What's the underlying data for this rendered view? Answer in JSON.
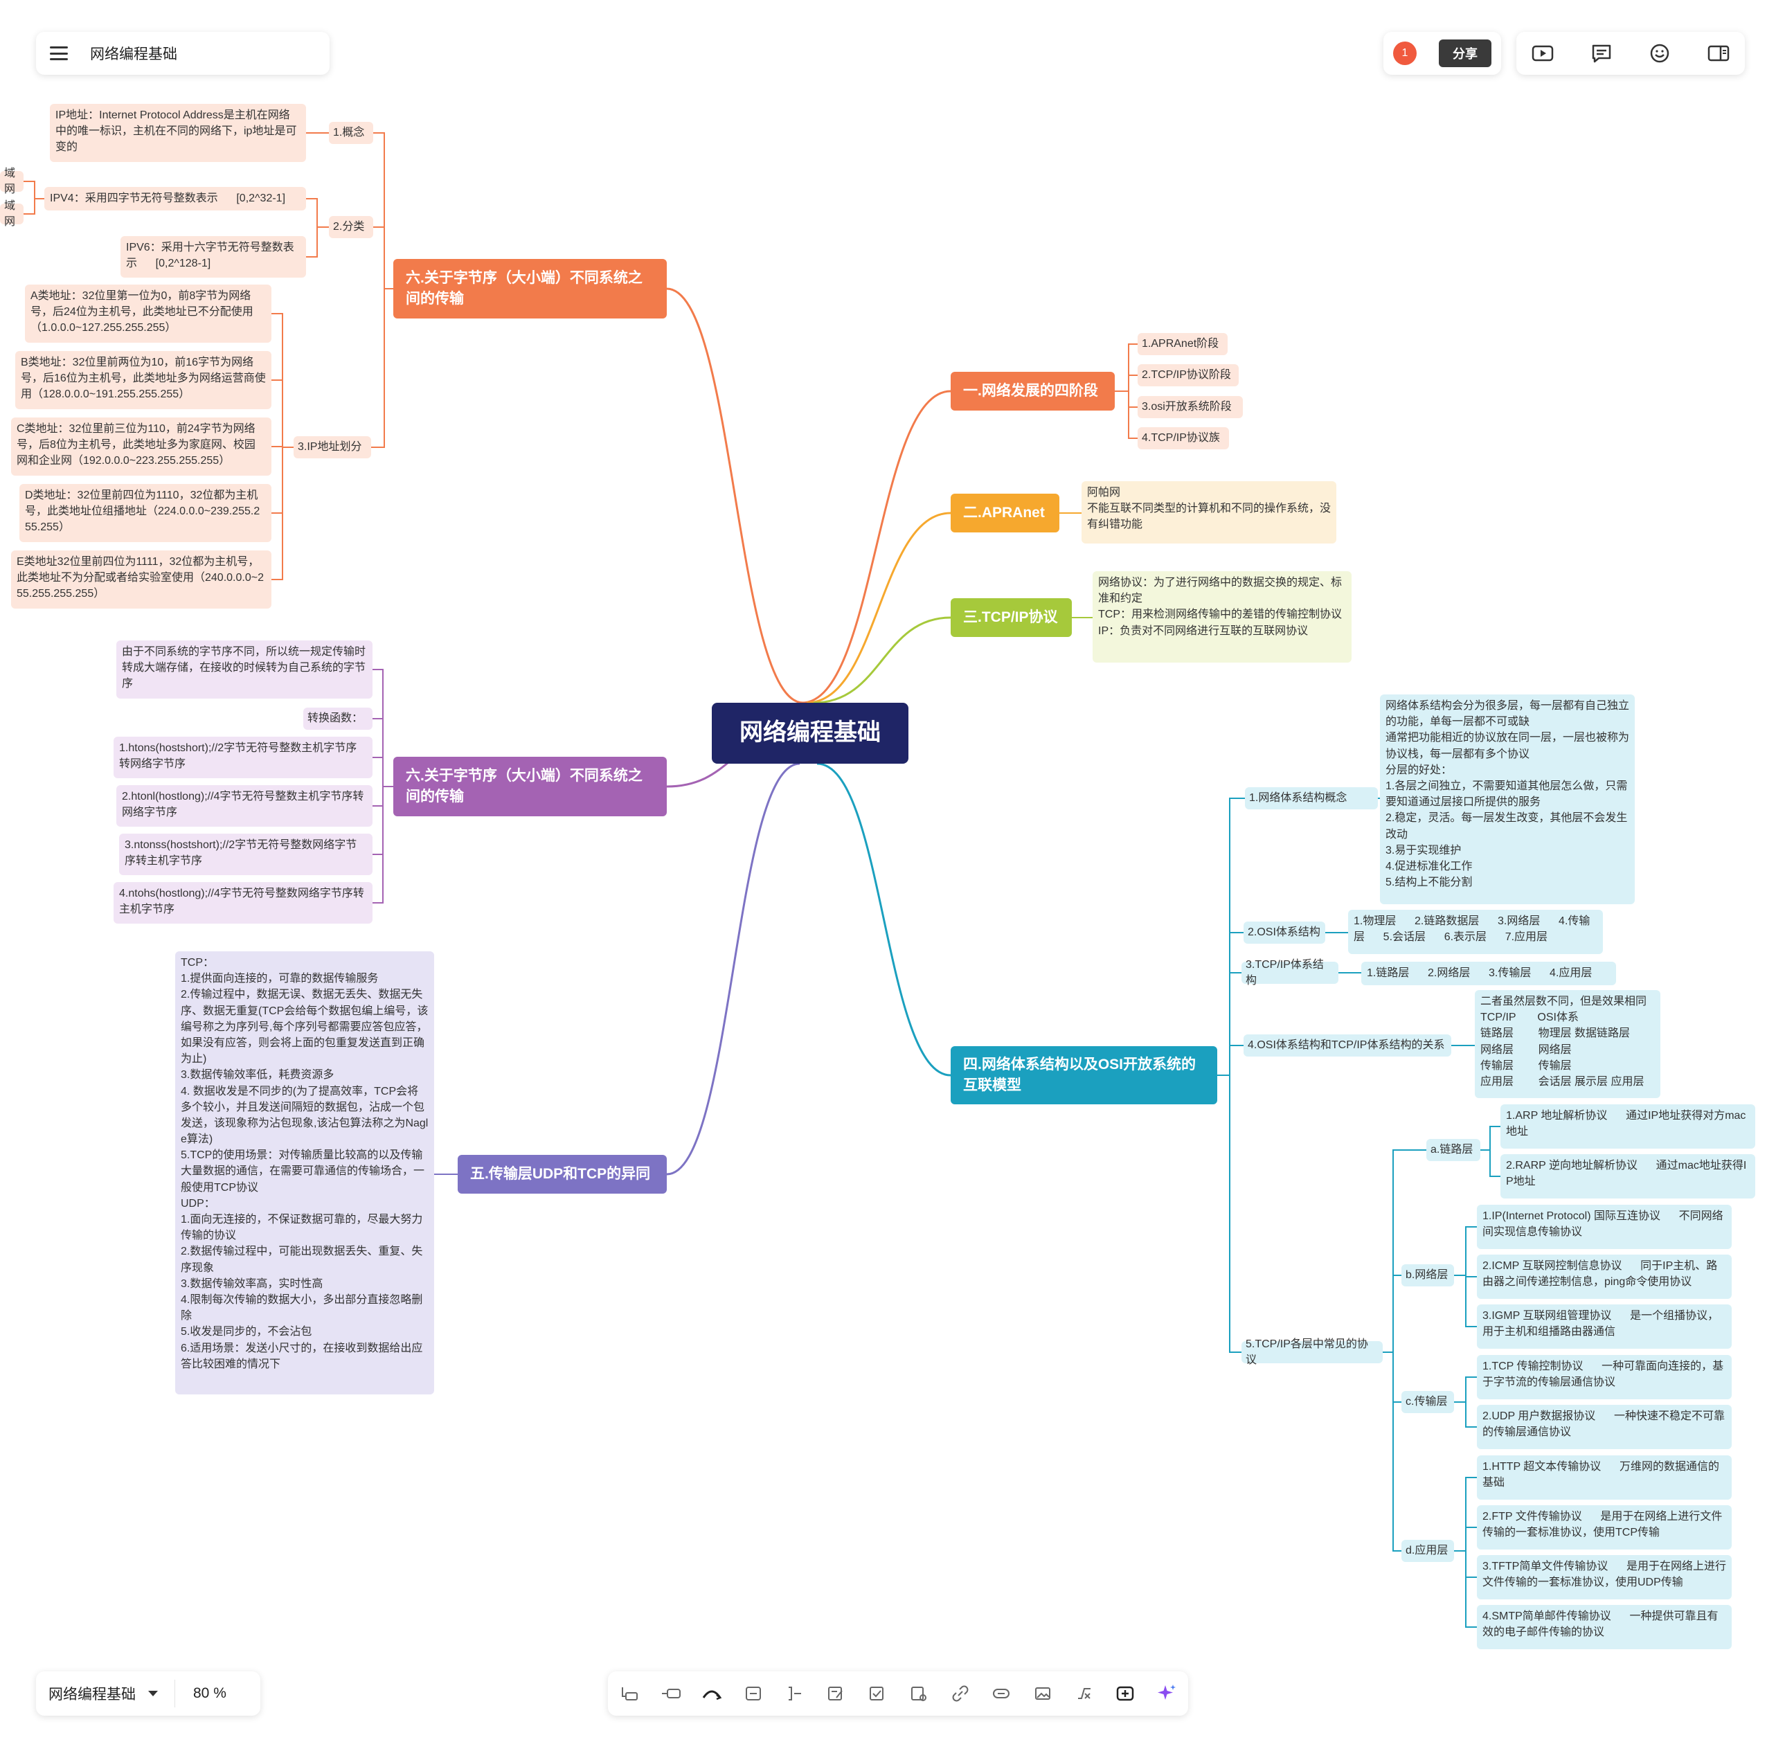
{
  "app": {
    "doc_title": "网络编程基础",
    "share_label": "分享",
    "badge_count": "1",
    "zoom": "80 %",
    "bottom_title": "网络编程基础"
  },
  "colors": {
    "root": "#1f2566",
    "orange": "#f27b4b",
    "amber": "#f6a82e",
    "lime": "#a6c93b",
    "teal": "#1ba0bf",
    "violet": "#7d73c4",
    "purple": "#a463b3"
  },
  "mindmap": {
    "root": "网络编程基础",
    "b1": {
      "title": "一.网络发展的四阶段",
      "items": [
        "1.APRAnet阶段",
        "2.TCP/IP协议阶段",
        "3.osi开放系统阶段",
        "4.TCP/IP协议族"
      ]
    },
    "b2": {
      "title": "二.APRAnet",
      "note": "阿帕网\n不能互联不同类型的计算机和不同的操作系统，没有纠错功能"
    },
    "b3": {
      "title": "三.TCP/IP协议",
      "note": "网络协议：为了进行网络中的数据交换的规定、标准和约定\nTCP：用来检测网络传输中的差错的传输控制协议\nIP：负责对不同网络进行互联的互联网协议"
    },
    "b4": {
      "title": "四.网络体系结构以及OSI开放系统的互联模型",
      "s1": {
        "label": "1.网络体系结构概念",
        "note": "网络体系结构会分为很多层，每一层都有自己独立的功能，单每一层都不可或缺\n通常把功能相近的协议放在同一层，一层也被称为协议栈，每一层都有多个协议\n分层的好处：\n1.各层之间独立，不需要知道其他层怎么做，只需要知道通过层接口所提供的服务\n2.稳定，灵活。每一层发生改变，其他层不会发生改动\n3.易于实现维护\n4.促进标准化工作\n5.结构上不能分割"
      },
      "s2": {
        "label": "2.OSI体系结构",
        "note": "1.物理层      2.链路数据层      3.网络层      4.传输层      5.会话层      6.表示层      7.应用层"
      },
      "s3": {
        "label": "3.TCP/IP体系结构",
        "note": "1.链路层      2.网络层      3.传输层      4.应用层"
      },
      "s4": {
        "label": "4.OSI体系结构和TCP/IP体系结构的关系",
        "note": "二者虽然层数不同，但是效果相同\nTCP/IP       OSI体系\n链路层        物理层 数据链路层\n网络层        网络层\n传输层        传输层\n应用层        会话层 展示层 应用层"
      },
      "s5": {
        "label": "5.TCP/IP各层中常见的协议",
        "a": {
          "label": "a.链路层",
          "items": [
            "1.ARP 地址解析协议      通过IP地址获得对方mac地址",
            "2.RARP 逆向地址解析协议      通过mac地址获得IP地址"
          ]
        },
        "b": {
          "label": "b.网络层",
          "items": [
            "1.IP(Internet Protocol) 国际互连协议      不同网络间实现信息传输协议",
            "2.ICMP 互联网控制信息协议      同于IP主机、路由器之间传递控制信息，ping命令使用协议",
            "3.IGMP 互联网组管理协议      是一个组播协议，用于主机和组播路由器通信"
          ]
        },
        "c": {
          "label": "c.传输层",
          "items": [
            "1.TCP 传输控制协议      一种可靠面向连接的，基于字节流的传输层通信协议",
            "2.UDP 用户数据报协议      一种快速不稳定不可靠的传输层通信协议"
          ]
        },
        "d": {
          "label": "d.应用层",
          "items": [
            "1.HTTP 超文本传输协议      万维网的数据通信的基础",
            "2.FTP 文件传输协议      是用于在网络上进行文件传输的一套标准协议，使用TCP传输",
            "3.TFTP简单文件传输协议      是用于在网络上进行文件传输的一套标准协议，使用UDP传输",
            "4.SMTP简单邮件传输协议      一种提供可靠且有效的电子邮件传输的协议"
          ]
        }
      }
    },
    "b5": {
      "title": "五.传输层UDP和TCP的异同",
      "note": "TCP：\n1.提供面向连接的，可靠的数据传输服务\n2.传输过程中，数据无误、数据无丢失、数据无失序、数据无重复(TCP会给每个数据包编上编号，该编号称之为序列号,每个序列号都需要应答包应答，如果没有应答，则会将上面的包重复发送直到正确为止)\n3.数据传输效率低，耗费资源多\n4. 数据收发是不同步的(为了提高效率，TCP会将多个较小，并且发送间隔短的数据包，沾成一个包发送，该现象称为沾包现象,该沾包算法称之为Nagle算法)\n5.TCP的使用场景：对传输质量比较高的以及传输大量数据的通信，在需要可靠通信的传输场合，一般使用TCP协议\nUDP：\n1.面向无连接的，不保证数据可靠的，尽最大努力传输的协议\n2.数据传输过程中，可能出现数据丢失、重复、失序现象\n3.数据传输效率高，实时性高\n4.限制每次传输的数据大小，多出部分直接忽略删除\n5.收发是同步的，不会沾包\n6.适用场景：发送小尺寸的，在接收到数据给出应答比较困难的情况下"
    },
    "b6a": {
      "title": "六.关于字节序（大小端）不同系统之间的传输",
      "g1": {
        "label": "1.概念",
        "note": "IP地址：Internet Protocol Address是主机在网络中的唯一标识，主机在不同的网络下，ip地址是可变的"
      },
      "g2": {
        "label": "2.分类",
        "ipv4": "IPV4：采用四字节无符号整数表示      [0,2^32-1]",
        "ipv6": "IPV6：采用十六字节无符号整数表示      [0,2^128-1]",
        "clip1": "域网",
        "clip2": "域网"
      },
      "g3": {
        "label": "3.IP地址划分",
        "items": [
          "A类地址：32位里第一位为0，前8字节为网络号，后24位为主机号，此类地址已不分配使用（1.0.0.0~127.255.255.255）",
          "B类地址：32位里前两位为10，前16字节为网络号，后16位为主机号，此类地址多为网络运营商使用（128.0.0.0~191.255.255.255）",
          "C类地址：32位里前三位为110，前24字节为网络号，后8位为主机号，此类地址多为家庭网、校园网和企业网（192.0.0.0~223.255.255.255）",
          "D类地址：32位里前四位为1110，32位都为主机号，此类地址位组播地址（224.0.0.0~239.255.255.255）",
          "E类地址32位里前四位为1111，32位都为主机号，此类地址不为分配或者给实验室使用（240.0.0.0~255.255.255.255）"
        ]
      }
    },
    "b6b": {
      "title": "六.关于字节序（大小端）不同系统之间的传输",
      "items": [
        "由于不同系统的字节序不同，所以统一规定传输时转成大端存储，在接收的时候转为自己系统的字节序",
        "转换函数：",
        "1.htons(hostshort);//2字节无符号整数主机字节序转网络字节序",
        "2.htonl(hostlong);//4字节无符号整数主机字节序转网络字节序",
        "3.ntonss(hostshort);//2字节无符号整数网络字节序转主机字节序",
        "4.ntohs(hostlong);//4字节无符号整数网络字节序转主机字节序"
      ]
    }
  }
}
